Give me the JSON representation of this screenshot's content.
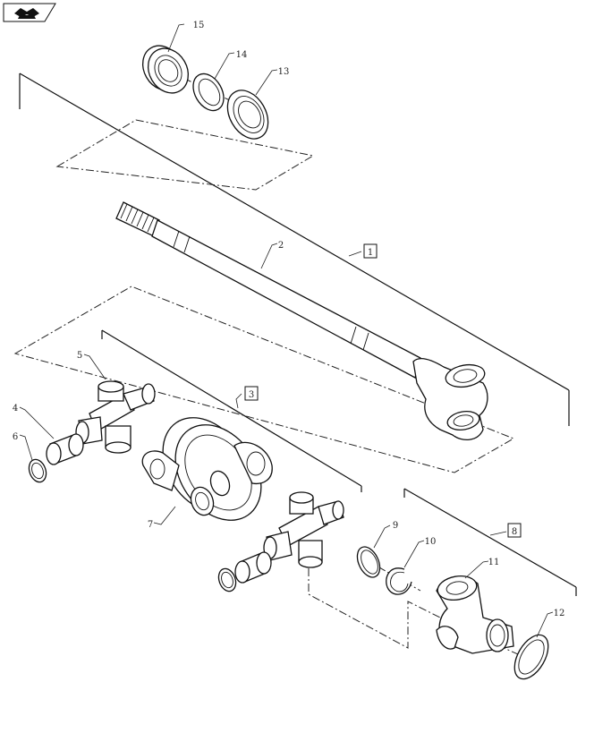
{
  "icon": "book-open-icon",
  "diagram": {
    "callouts": [
      {
        "id": "item-1",
        "label": "1",
        "boxed": true
      },
      {
        "id": "item-2",
        "label": "2",
        "boxed": false
      },
      {
        "id": "item-3",
        "label": "3",
        "boxed": true
      },
      {
        "id": "item-4",
        "label": "4",
        "boxed": false
      },
      {
        "id": "item-5",
        "label": "5",
        "boxed": false
      },
      {
        "id": "item-6",
        "label": "6",
        "boxed": false
      },
      {
        "id": "item-7",
        "label": "7",
        "boxed": false
      },
      {
        "id": "item-8",
        "label": "8",
        "boxed": true
      },
      {
        "id": "item-9",
        "label": "9",
        "boxed": false
      },
      {
        "id": "item-10",
        "label": "10",
        "boxed": false
      },
      {
        "id": "item-11",
        "label": "11",
        "boxed": false
      },
      {
        "id": "item-12",
        "label": "12",
        "boxed": false
      },
      {
        "id": "item-13",
        "label": "13",
        "boxed": false
      },
      {
        "id": "item-14",
        "label": "14",
        "boxed": false
      },
      {
        "id": "item-15",
        "label": "15",
        "boxed": false
      }
    ]
  }
}
